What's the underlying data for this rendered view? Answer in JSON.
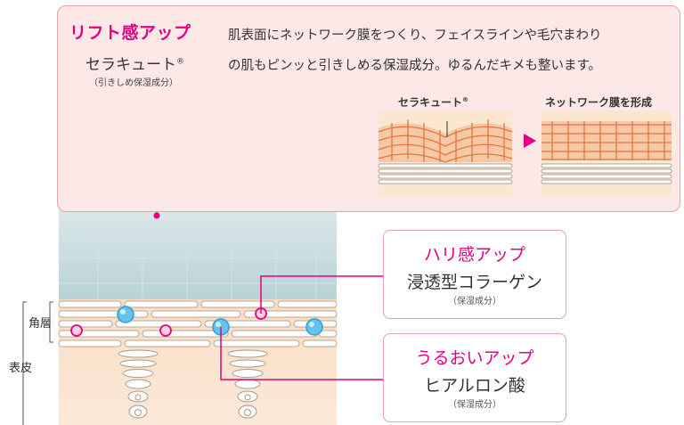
{
  "top_box": {
    "title": "リフト感アップ",
    "ingredient": "セラキュート",
    "ingredient_mark": "®",
    "ingredient_sub": "（引きしめ保湿成分）",
    "description_line1": "肌表面にネットワーク膜をつくり、フェイスラインや毛穴まわり",
    "description_line2": "の肌もピンッと引きしめる保湿成分。ゆるんだキメも整います。",
    "before_label": "セラキュート",
    "before_mark": "®",
    "after_label": "ネットワーク膜を形成"
  },
  "callout_hari": {
    "title": "ハリ感アップ",
    "ingredient": "浸透型コラーゲン",
    "sub": "（保湿成分）"
  },
  "callout_uru": {
    "title": "うるおいアップ",
    "ingredient": "ヒアルロン酸",
    "sub": "（保湿成分）"
  },
  "labels": {
    "stratum_corneum": "角層",
    "epidermis": "表皮"
  },
  "colors": {
    "accent_pink": "#e4007f",
    "box_fill": "#fbe8e7",
    "box_border": "#e8a0ad",
    "network_orange": "#e2763f",
    "hyaluronic_blue": "#56b9e8",
    "skin_beige": "#f7dcc0"
  }
}
